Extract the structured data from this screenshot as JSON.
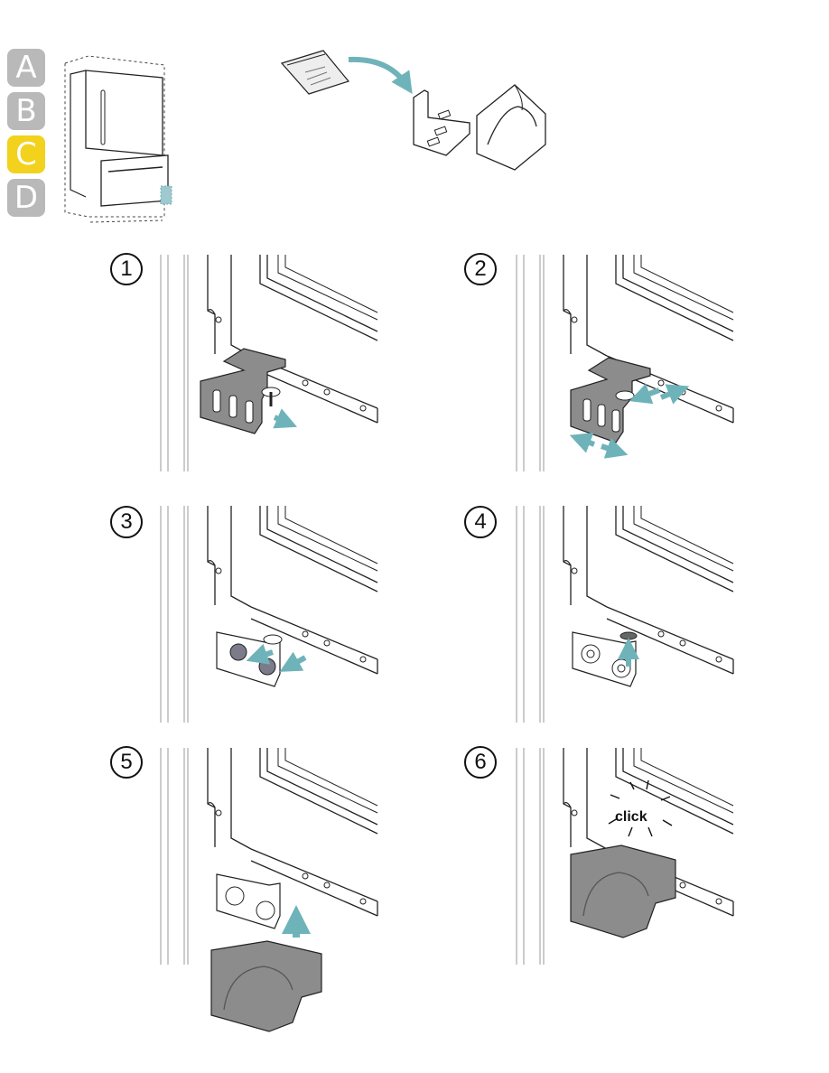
{
  "tabs": [
    {
      "label": "A",
      "color": "#b9b9b9"
    },
    {
      "label": "B",
      "color": "#b9b9b9"
    },
    {
      "label": "C",
      "color": "#f2d21c"
    },
    {
      "label": "D",
      "color": "#b9b9b9"
    }
  ],
  "steps": [
    "1",
    "2",
    "3",
    "4",
    "5",
    "6"
  ],
  "click_label": "click",
  "colors": {
    "arrow": "#6fb3ba",
    "part": "#8c8c8c",
    "part_dark": "#6e6e6e",
    "line": "#222222"
  },
  "icons": [
    "fridge-overview-icon",
    "screw-bag-icon",
    "bracket-icon",
    "cover-cap-icon",
    "arrow-icon"
  ]
}
